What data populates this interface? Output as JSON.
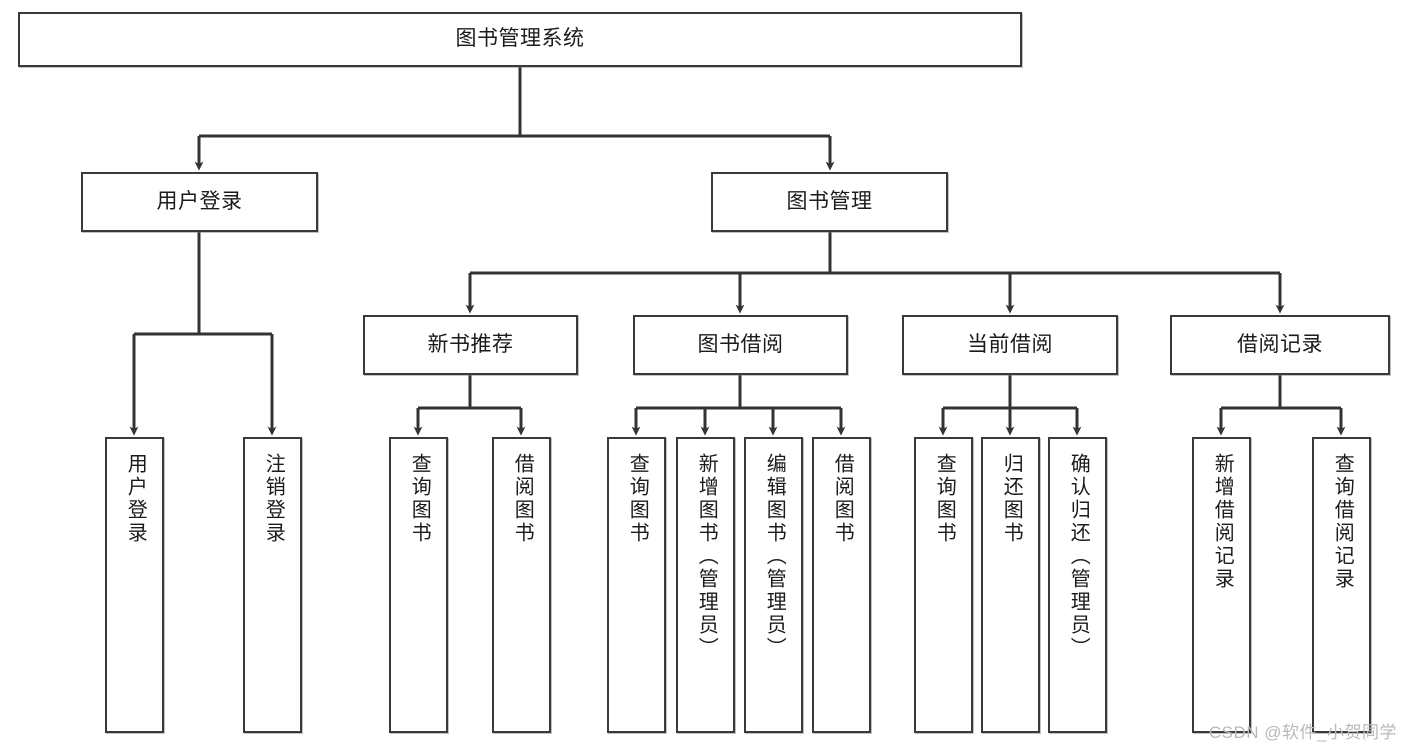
{
  "diagram": {
    "type": "tree-hierarchy-flowchart",
    "title": "图书管理系统",
    "watermark": "CSDN @软件_小贺同学",
    "colors": {
      "box_border": "#3a3a3a",
      "box_fill": "#ffffff",
      "connector": "#333333",
      "text": "#1b1b1b",
      "watermark": "#b9b9b9",
      "background": "#ffffff"
    },
    "levels": {
      "level1": [
        "图书管理系统"
      ],
      "level2": [
        "用户登录",
        "图书管理"
      ],
      "level3": [
        "新书推荐",
        "图书借阅",
        "当前借阅",
        "借阅记录"
      ],
      "level4": [
        "用户登录",
        "注销登录",
        "查询图书",
        "借阅图书",
        "查询图书",
        "新增图书（管理员）",
        "编辑图书（管理员）",
        "借阅图书",
        "查询图书",
        "归还图书",
        "确认归还（管理员）",
        "新增借阅记录",
        "查询借阅记录"
      ]
    },
    "nodes": {
      "root": {
        "label": "图书管理系统"
      },
      "user_login": {
        "label": "用户登录"
      },
      "book_manage": {
        "label": "图书管理"
      },
      "new_book_rec": {
        "label": "新书推荐"
      },
      "book_borrow": {
        "label": "图书借阅"
      },
      "current_borrow": {
        "label": "当前借阅"
      },
      "borrow_record": {
        "label": "借阅记录"
      },
      "leaf_user_login": {
        "label": "用户登录"
      },
      "leaf_logout": {
        "label": "注销登录"
      },
      "leaf_query_book_a": {
        "label": "查询图书"
      },
      "leaf_borrow_book_a": {
        "label": "借阅图书"
      },
      "leaf_query_book_b": {
        "label": "查询图书"
      },
      "leaf_add_book": {
        "label": "新增图书（管理员）"
      },
      "leaf_edit_book": {
        "label": "编辑图书（管理员）"
      },
      "leaf_borrow_book_b": {
        "label": "借阅图书"
      },
      "leaf_query_book_c": {
        "label": "查询图书"
      },
      "leaf_return_book": {
        "label": "归还图书"
      },
      "leaf_confirm_return": {
        "label": "确认归还（管理员）"
      },
      "leaf_add_record": {
        "label": "新增借阅记录"
      },
      "leaf_query_record": {
        "label": "查询借阅记录"
      }
    },
    "edges": [
      {
        "from": "root",
        "to": "user_login"
      },
      {
        "from": "root",
        "to": "book_manage"
      },
      {
        "from": "user_login",
        "to": "leaf_user_login"
      },
      {
        "from": "user_login",
        "to": "leaf_logout"
      },
      {
        "from": "book_manage",
        "to": "new_book_rec"
      },
      {
        "from": "book_manage",
        "to": "book_borrow"
      },
      {
        "from": "book_manage",
        "to": "current_borrow"
      },
      {
        "from": "book_manage",
        "to": "borrow_record"
      },
      {
        "from": "new_book_rec",
        "to": "leaf_query_book_a"
      },
      {
        "from": "new_book_rec",
        "to": "leaf_borrow_book_a"
      },
      {
        "from": "book_borrow",
        "to": "leaf_query_book_b"
      },
      {
        "from": "book_borrow",
        "to": "leaf_add_book"
      },
      {
        "from": "book_borrow",
        "to": "leaf_edit_book"
      },
      {
        "from": "book_borrow",
        "to": "leaf_borrow_book_b"
      },
      {
        "from": "current_borrow",
        "to": "leaf_query_book_c"
      },
      {
        "from": "current_borrow",
        "to": "leaf_return_book"
      },
      {
        "from": "current_borrow",
        "to": "leaf_confirm_return"
      },
      {
        "from": "borrow_record",
        "to": "leaf_add_record"
      },
      {
        "from": "borrow_record",
        "to": "leaf_query_record"
      }
    ]
  }
}
